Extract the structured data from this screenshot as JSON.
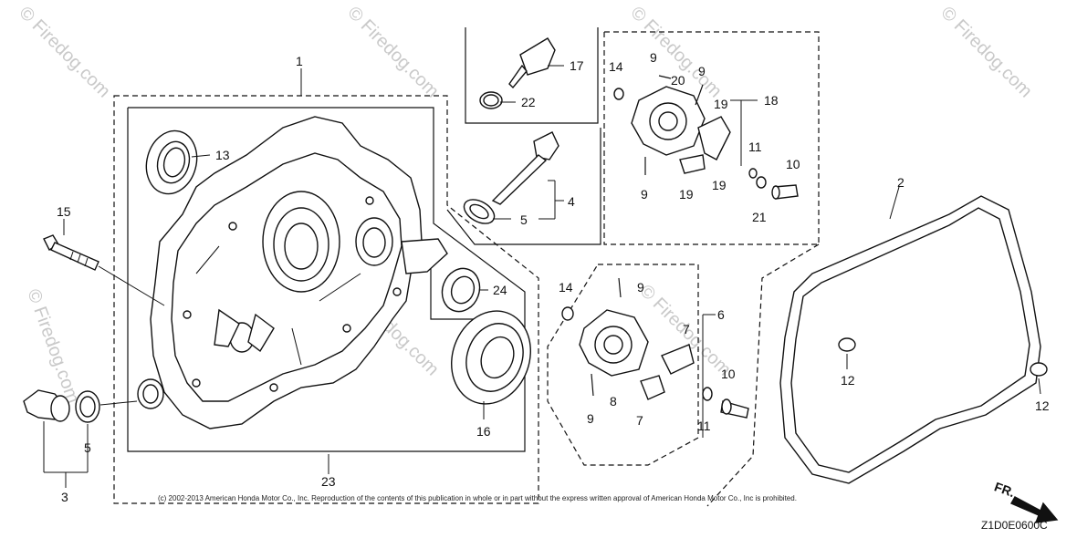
{
  "watermark_text": "© Firedog.com",
  "copyright": "(c) 2002-2013 American Honda Motor Co., Inc. Reproduction of the contents of this publication in whole or in part without the express written approval of American Honda Motor Co., Inc is prohibited.",
  "diagram_code": "Z1D0E0600C",
  "direction_label": "FR.",
  "callouts": {
    "c1": "1",
    "c2": "2",
    "c3": "3",
    "c4": "4",
    "c5a": "5",
    "c5b": "5",
    "c6": "6",
    "c7a": "7",
    "c7b": "7",
    "c8": "8",
    "c9a": "9",
    "c9b": "9",
    "c9c": "9",
    "c9d": "9",
    "c9e": "9",
    "c10a": "10",
    "c10b": "10",
    "c11a": "11",
    "c11b": "11",
    "c12a": "12",
    "c12b": "12",
    "c13": "13",
    "c14a": "14",
    "c14b": "14",
    "c15": "15",
    "c16": "16",
    "c17": "17",
    "c18": "18",
    "c19a": "19",
    "c19b": "19",
    "c19c": "19",
    "c20": "20",
    "c21": "21",
    "c22": "22",
    "c23": "23",
    "c24": "24"
  }
}
